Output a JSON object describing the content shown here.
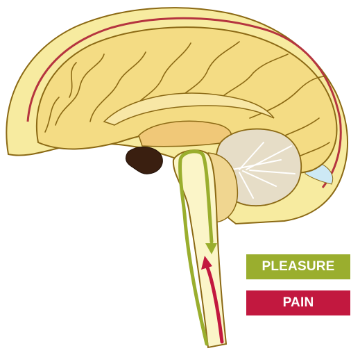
{
  "legend": {
    "pleasure": {
      "label": "PLEASURE",
      "color": "#9aae2e"
    },
    "pain": {
      "label": "PAIN",
      "color": "#c2183f"
    }
  },
  "illustration": {
    "subject": "brain-sagittal-section",
    "colors": {
      "skull": "#f7eba0",
      "brain": "#f4dc84",
      "brain_outline": "#8b6914",
      "membrane": "#b5343f",
      "brainstem": "#fbf5c8",
      "cerebellum": "#e6ddc7",
      "ventricle": "#3a1f10"
    }
  }
}
